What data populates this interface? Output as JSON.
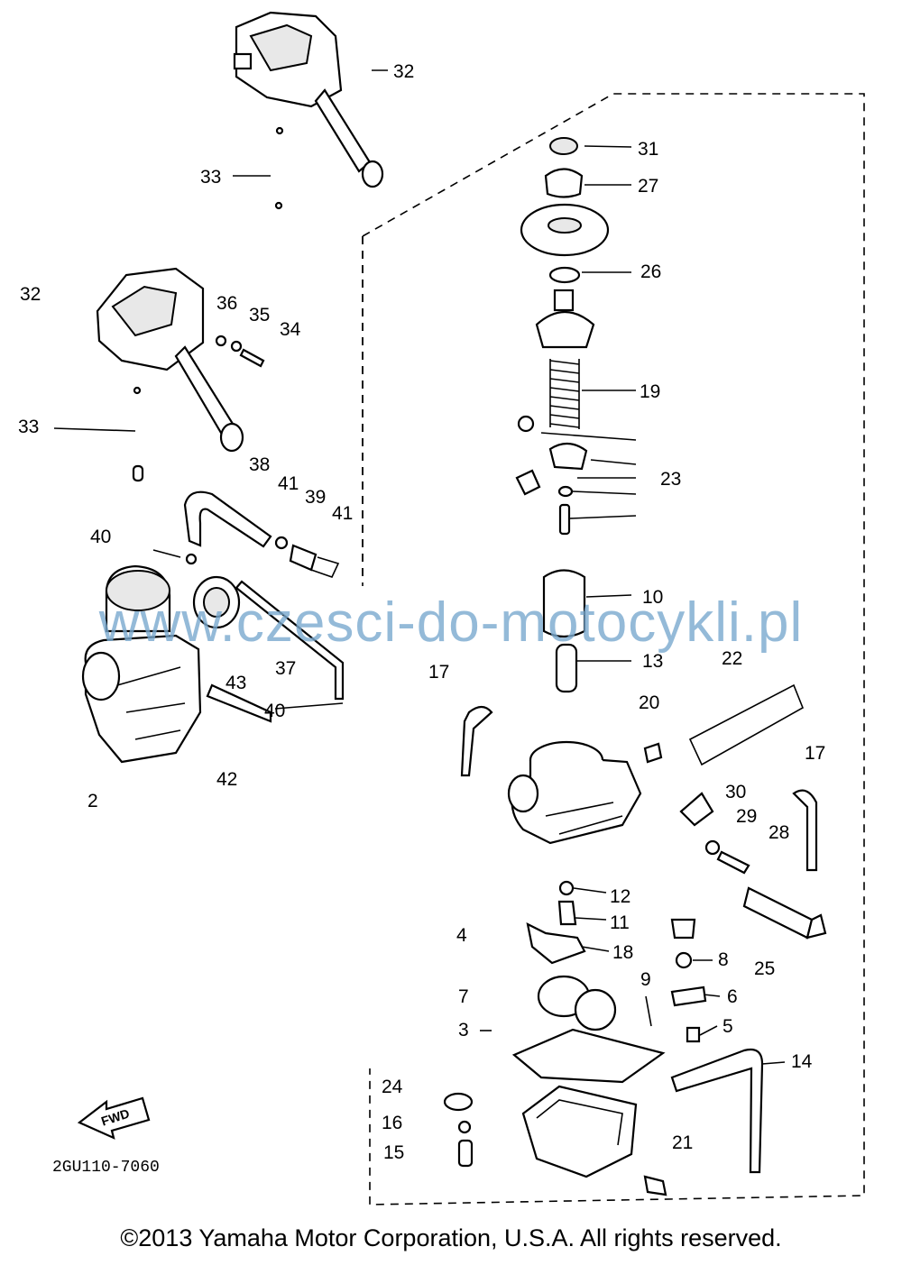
{
  "diagram": {
    "labels": [
      {
        "id": "label-32-top",
        "text": "32"
      },
      {
        "id": "label-33-top",
        "text": "33"
      },
      {
        "id": "label-32-left",
        "text": "32"
      },
      {
        "id": "label-36",
        "text": "36"
      },
      {
        "id": "label-35",
        "text": "35"
      },
      {
        "id": "label-34",
        "text": "34"
      },
      {
        "id": "label-33-left",
        "text": "33"
      },
      {
        "id": "label-38",
        "text": "38"
      },
      {
        "id": "label-41-a",
        "text": "41"
      },
      {
        "id": "label-39",
        "text": "39"
      },
      {
        "id": "label-41-b",
        "text": "41"
      },
      {
        "id": "label-40-top",
        "text": "40"
      },
      {
        "id": "label-43",
        "text": "43"
      },
      {
        "id": "label-37",
        "text": "37"
      },
      {
        "id": "label-40-bottom",
        "text": "40"
      },
      {
        "id": "label-42",
        "text": "42"
      },
      {
        "id": "label-2",
        "text": "2"
      },
      {
        "id": "label-31",
        "text": "31"
      },
      {
        "id": "label-27",
        "text": "27"
      },
      {
        "id": "label-26",
        "text": "26"
      },
      {
        "id": "label-19",
        "text": "19"
      },
      {
        "id": "label-23",
        "text": "23"
      },
      {
        "id": "label-10",
        "text": "10"
      },
      {
        "id": "label-13",
        "text": "13"
      },
      {
        "id": "label-22",
        "text": "22"
      },
      {
        "id": "label-17-mid",
        "text": "17"
      },
      {
        "id": "label-20",
        "text": "20"
      },
      {
        "id": "label-17-right",
        "text": "17"
      },
      {
        "id": "label-30",
        "text": "30"
      },
      {
        "id": "label-29",
        "text": "29"
      },
      {
        "id": "label-28",
        "text": "28"
      },
      {
        "id": "label-12",
        "text": "12"
      },
      {
        "id": "label-11",
        "text": "11"
      },
      {
        "id": "label-4",
        "text": "4"
      },
      {
        "id": "label-18",
        "text": "18"
      },
      {
        "id": "label-8",
        "text": "8"
      },
      {
        "id": "label-25",
        "text": "25"
      },
      {
        "id": "label-9",
        "text": "9"
      },
      {
        "id": "label-7",
        "text": "7"
      },
      {
        "id": "label-6",
        "text": "6"
      },
      {
        "id": "label-3",
        "text": "3"
      },
      {
        "id": "label-5",
        "text": "5"
      },
      {
        "id": "label-14",
        "text": "14"
      },
      {
        "id": "label-24",
        "text": "24"
      },
      {
        "id": "label-16",
        "text": "16"
      },
      {
        "id": "label-15",
        "text": "15"
      },
      {
        "id": "label-21",
        "text": "21"
      }
    ],
    "fwd_text": "FWD",
    "drawing_code": "2GU110-7060"
  },
  "watermark": "www.czesci-do-motocykli.pl",
  "copyright": "©2013 Yamaha Motor Corporation, U.S.A. All rights reserved."
}
